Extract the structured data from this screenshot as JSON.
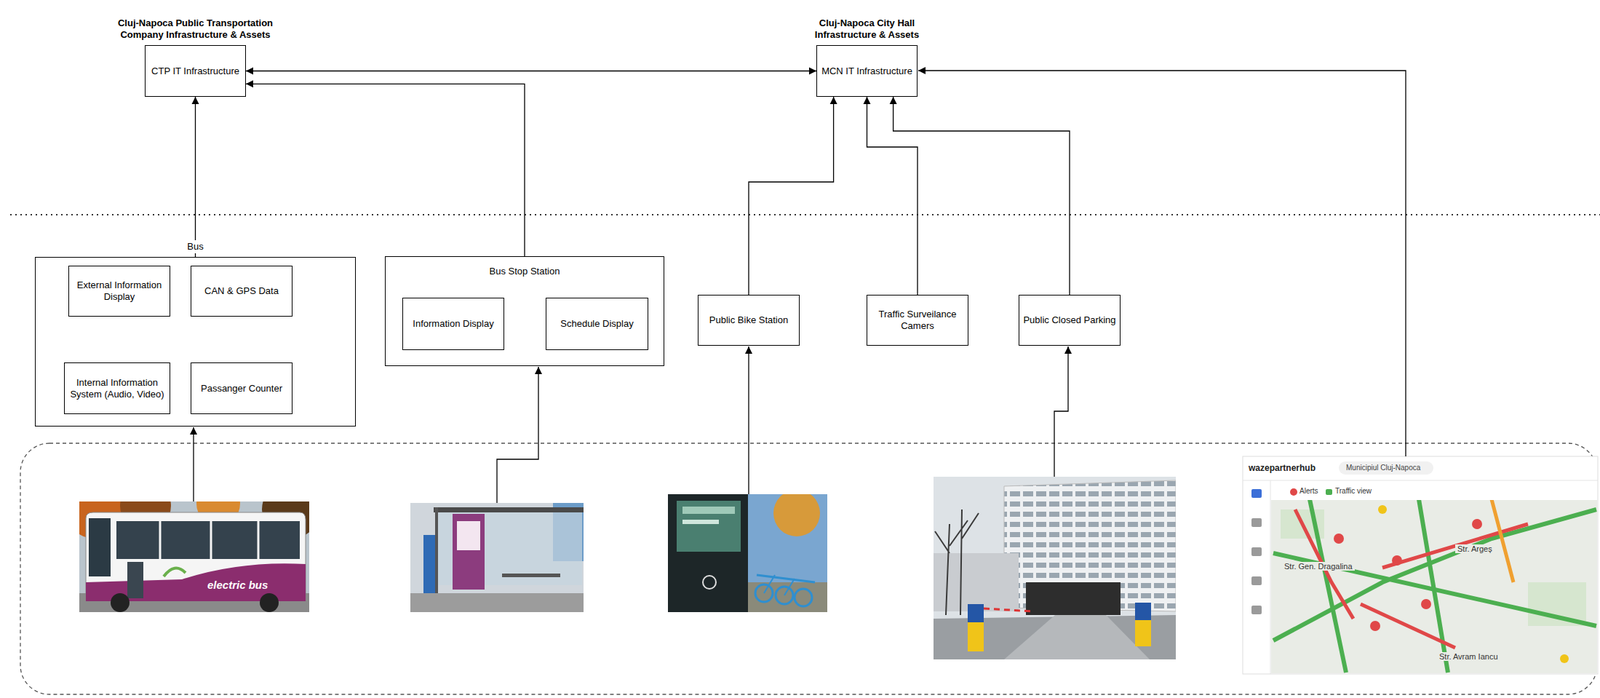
{
  "diagram": {
    "nodes": [
      {
        "text": [
          "Cluj-Napoca Public Transportation Company Infrastructure & Assets",
          "CTP IT Infrastructure"
        ]
      },
      {
        "text": [
          "Cluj-Napoca City Hall Infrastructure & Assets",
          "MCN IT Infrastructure"
        ]
      },
      {
        "text": [
          "Bus"
        ]
      },
      {
        "text": [
          "External Information Display"
        ],
        "in": 2
      },
      {
        "text": [
          "CAN & GPS Data"
        ],
        "in": 2
      },
      {
        "text": [
          "Internal Information System (Audio, Video)"
        ],
        "in": 2
      },
      {
        "text": [
          "Passanger Counter"
        ],
        "in": 2
      },
      {
        "text": [
          "Bus Stop Station"
        ]
      },
      {
        "text": [
          "Information Display"
        ],
        "in": 7
      },
      {
        "text": [
          "Schedule Display"
        ],
        "in": 7
      },
      {
        "text": [
          "Public Bike Station"
        ]
      },
      {
        "text": [
          "Traffic Surveilance Camers"
        ]
      },
      {
        "text": [
          "Public Closed Parking"
        ]
      }
    ],
    "edges": [
      {
        "from": 2,
        "to": 0,
        "arrow": "to"
      },
      {
        "from": 7,
        "to": 0,
        "arrow": "to"
      },
      {
        "from": 0,
        "to": 1,
        "arrow": "both"
      },
      {
        "from": 10,
        "to": 1,
        "arrow": "to"
      },
      {
        "from": 11,
        "to": 1,
        "arrow": "to"
      },
      {
        "from": 12,
        "to": 1,
        "arrow": "to"
      }
    ],
    "labels": [
      "electric bus",
      "wazepartnerhub",
      "Municipiul Cluj-Napoca",
      "Alerts",
      "Traffic view",
      "Str. Gen. Dragalina",
      "Str. Argeș",
      "Str. Avram Iancu"
    ]
  }
}
